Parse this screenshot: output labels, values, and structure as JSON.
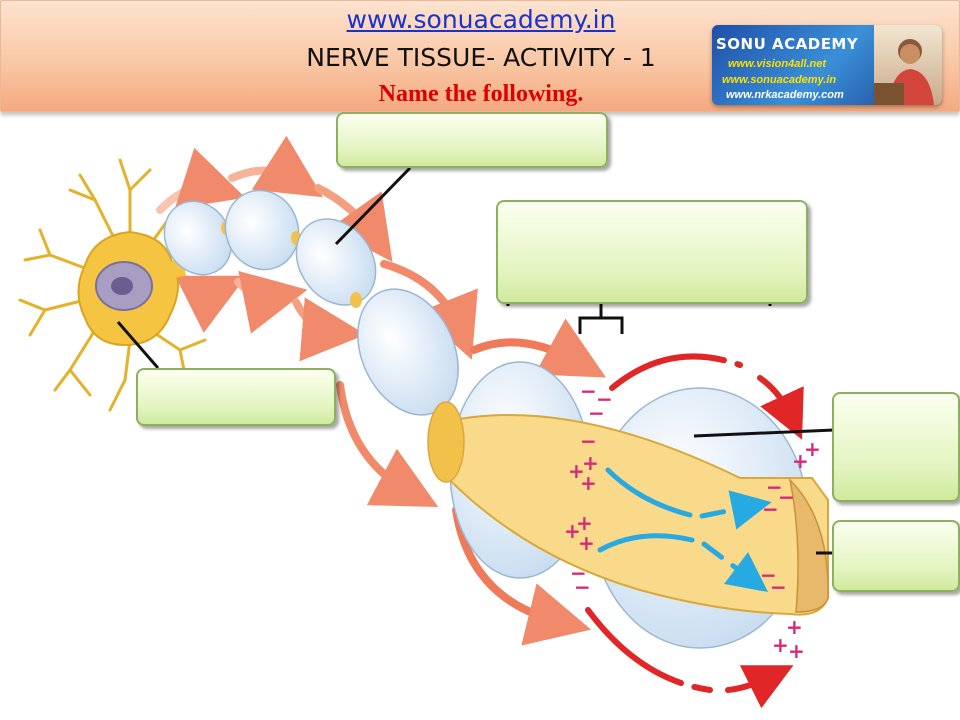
{
  "header": {
    "site_link": "www.sonuacademy.in",
    "title": "NERVE TISSUE- ACTIVITY - 1",
    "subtitle": "Name the following."
  },
  "logo": {
    "brand": "SONU ACADEMY",
    "line1": "www.vision4all.net",
    "line2": "www.sonuacademy.in",
    "line3": "www.nrkacademy.com"
  },
  "diagram": {
    "charge_minus": "−",
    "charge_plus": "+",
    "cell_color": "#f5c542",
    "myelin_color": "#dceaf7",
    "axon_color": "#f9d98a",
    "current_color": "#e02626",
    "ion_flow_color": "#27a9e1",
    "charge_color": "#d6287a"
  },
  "answer_boxes": [
    {
      "id": "top",
      "value": ""
    },
    {
      "id": "right-large",
      "value": ""
    },
    {
      "id": "left",
      "value": ""
    },
    {
      "id": "right-upper",
      "value": ""
    },
    {
      "id": "right-lower",
      "value": ""
    }
  ]
}
